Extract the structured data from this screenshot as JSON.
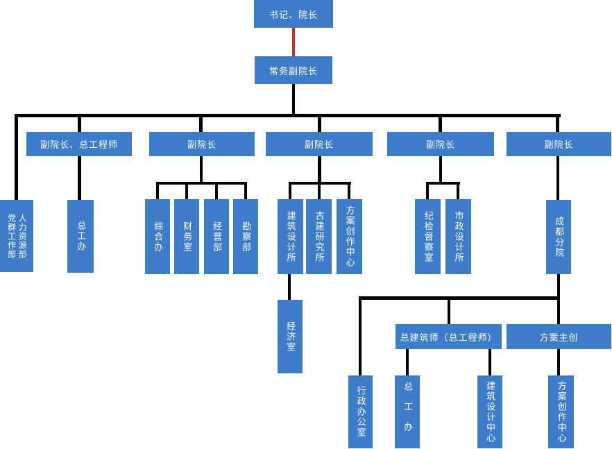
{
  "diagram_type": "org-chart",
  "colors": {
    "node_fill": "#3D7CC9",
    "node_text": "#FFFFFF",
    "connector": "#000000",
    "top_connector_red": "#C2352A",
    "background": "#FFFFFF"
  },
  "nodes": {
    "president": "书记、院长",
    "exec_vice_president": "常务副院长",
    "vp_chief_engineer": "副院长、总工程师",
    "vp2": "副院长",
    "vp3": "副院长",
    "vp4": "副院长",
    "vp5": "副院长",
    "party_mass_dept": "党群工作部",
    "hr_dept": "人力资源部",
    "chief_engineer_office": "总工办",
    "general_office": "综合办",
    "finance_office": "财务室",
    "operations_dept": "经营部",
    "survey_dept": "勘察部",
    "architectural_design_institute": "建筑设计所",
    "ancient_architecture_institute": "古建研究所",
    "scheme_creation_center_1": "方案创作中心",
    "economics_office": "经济室",
    "discipline_inspection_office": "纪检督察室",
    "municipal_design_institute": "市政设计所",
    "chengdu_branch": "成都分院",
    "chief_architect": "总建筑师（总工程师）",
    "scheme_director": "方案主创",
    "admin_office": "行政办公室",
    "chief_engineer_office_2": "总工办",
    "architectural_design_center": "建筑设计中心",
    "scheme_creation_center_2": "方案创作中心"
  }
}
